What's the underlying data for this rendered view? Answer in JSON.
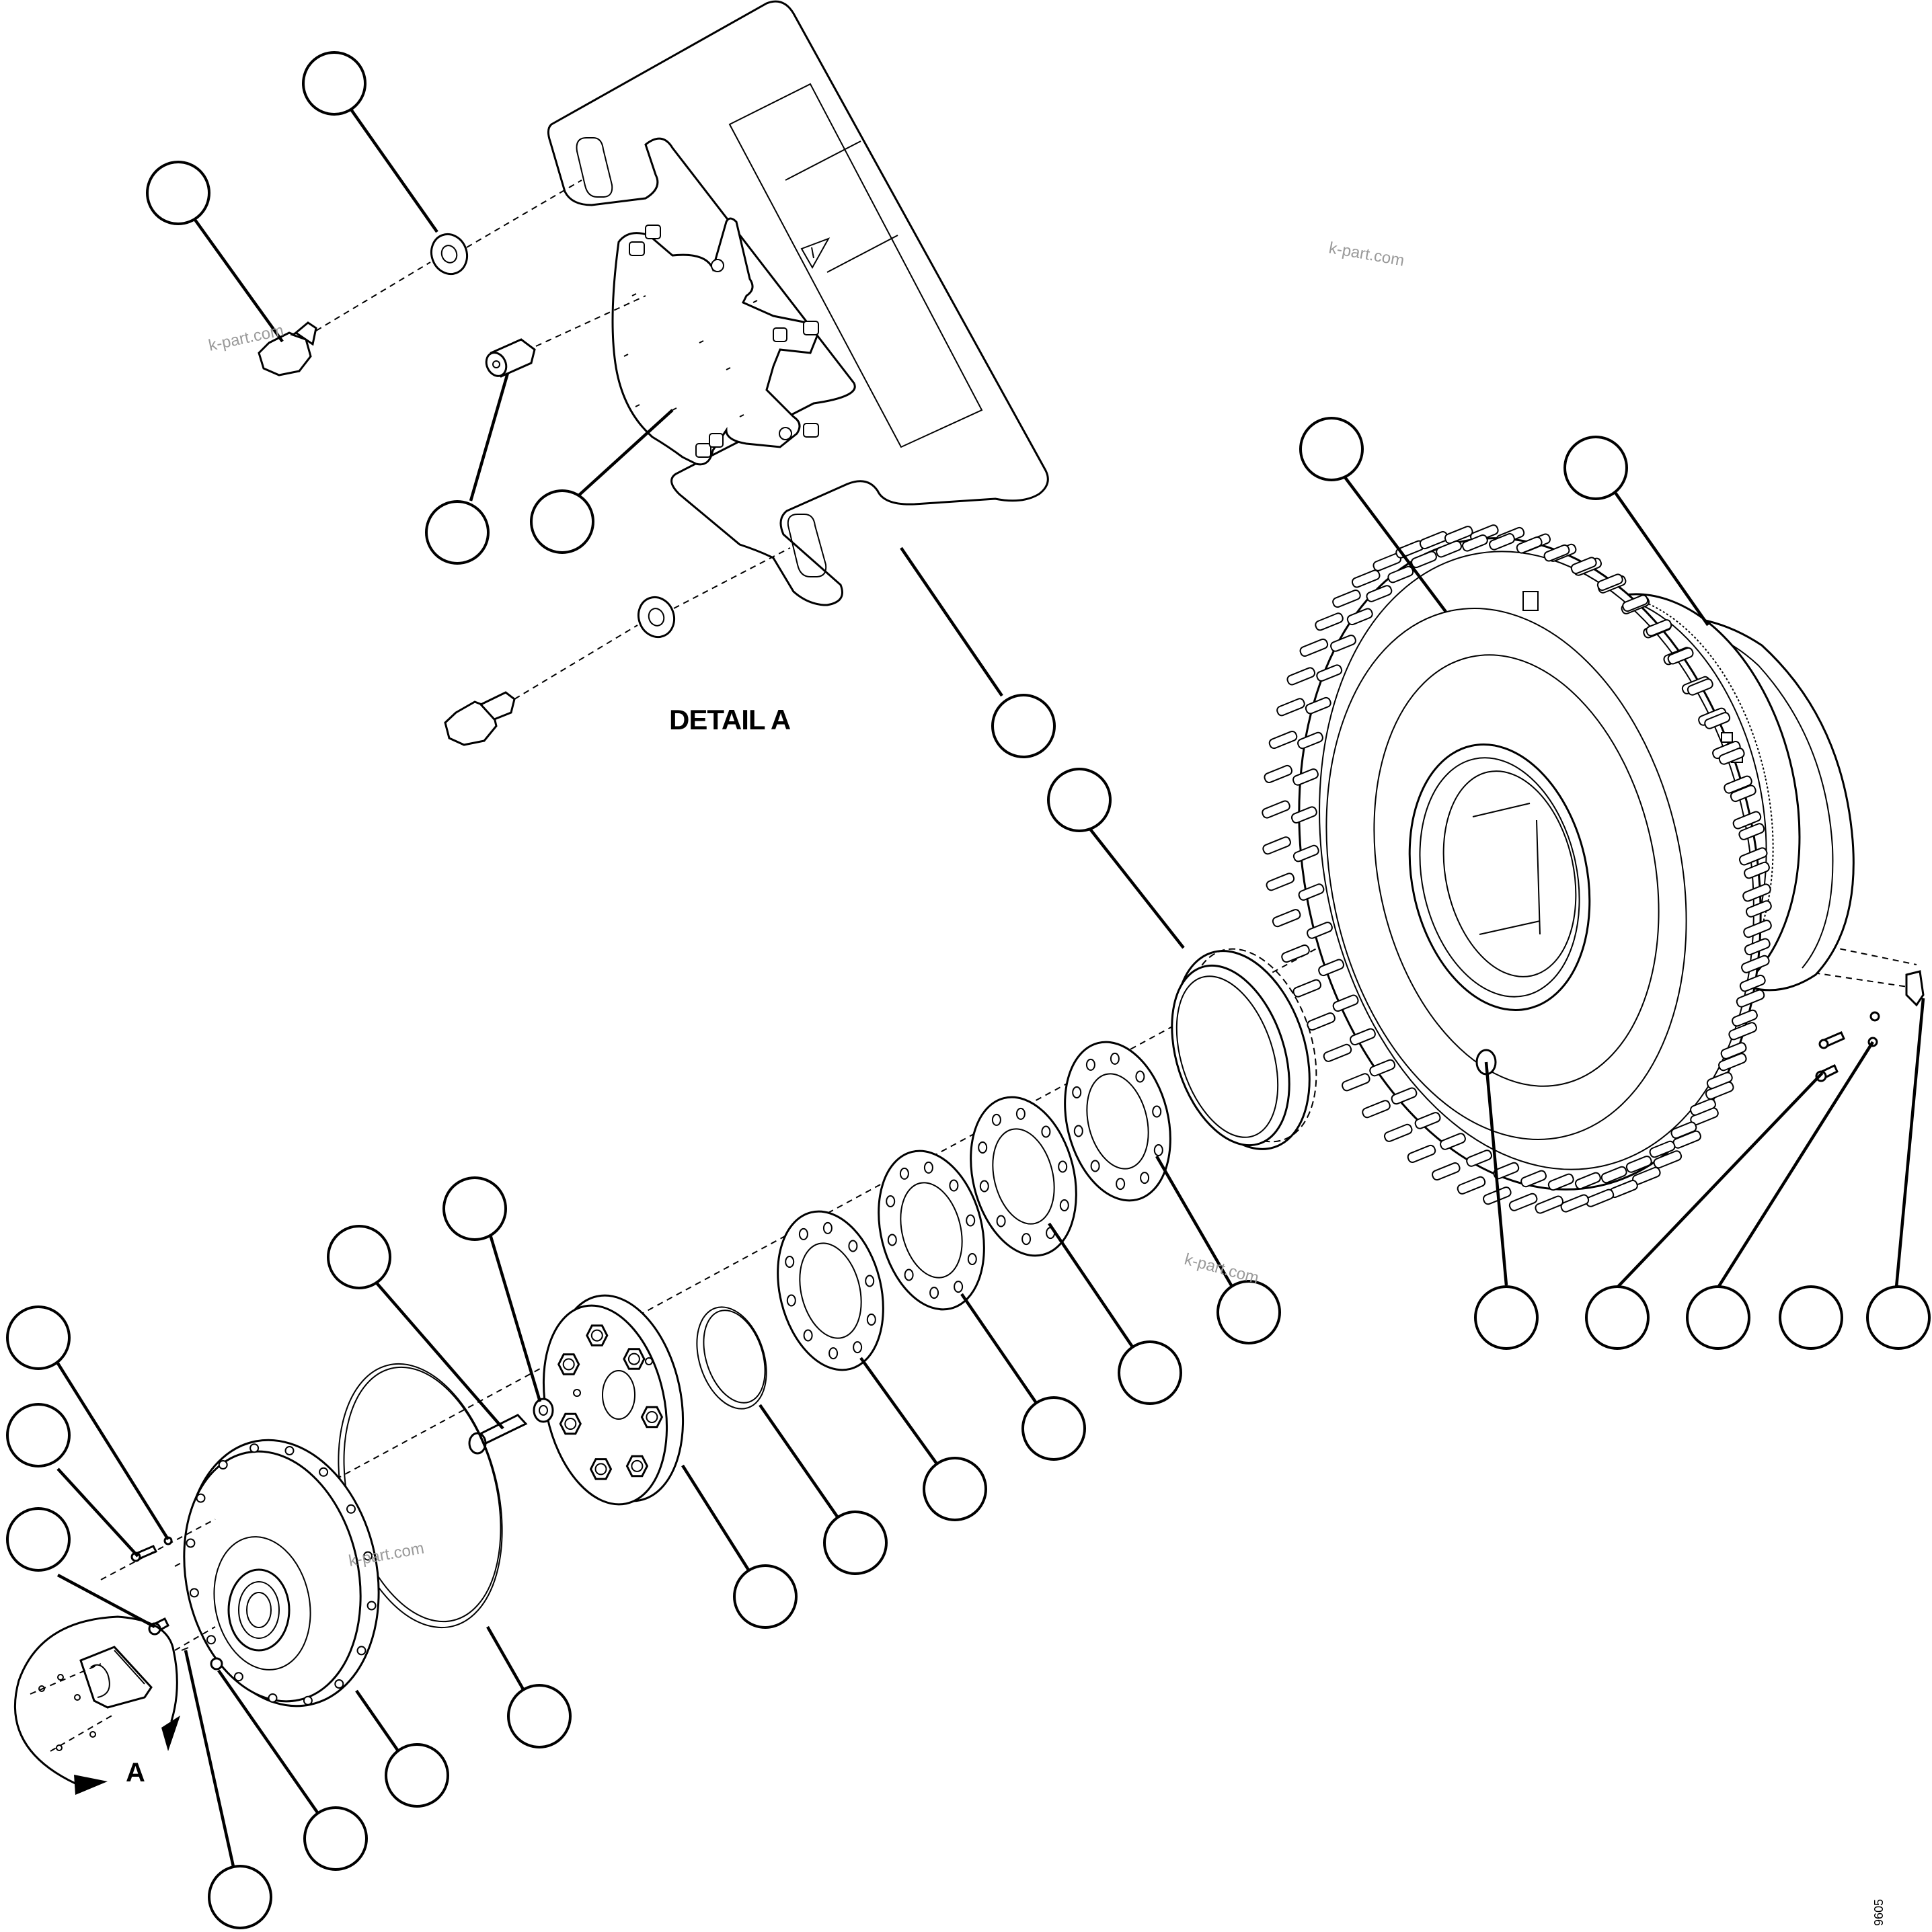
{
  "labels": {
    "detail_title": "DETAIL A",
    "view_letter": "A",
    "drawing_number": "9605"
  },
  "watermarks": [
    "k-part.com",
    "k-part.com",
    "k-part.com",
    "k-part.com"
  ],
  "colors": {
    "line": "#000000",
    "background": "#ffffff",
    "watermark": "#9a9a9a"
  }
}
